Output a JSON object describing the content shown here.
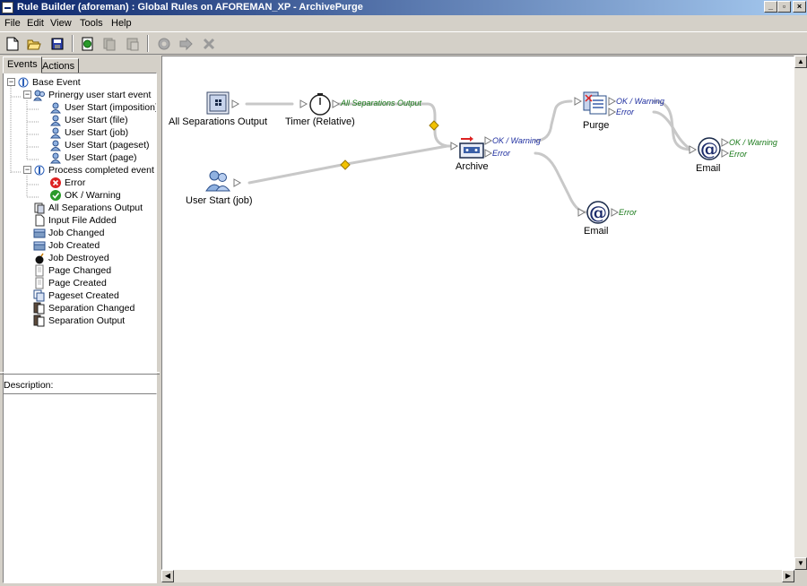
{
  "window": {
    "title": "Rule Builder (aforeman) : Global Rules on AFOREMAN_XP - ArchivePurge",
    "controls": {
      "minimize": "_",
      "maximize": "▫",
      "close": "×"
    }
  },
  "menu": [
    "File",
    "Edit",
    "View",
    "Tools",
    "Help"
  ],
  "toolbar": {
    "buttons": [
      "new",
      "open",
      "save",
      "refresh",
      "copy",
      "paste",
      "settings",
      "run",
      "stop"
    ]
  },
  "tabs": {
    "events": "Events",
    "actions": "Actions"
  },
  "tree": {
    "base": "Base Event",
    "user_start": "Prinergy user start event",
    "user_start_items": [
      "User Start (imposition)",
      "User Start (file)",
      "User Start (job)",
      "User Start (pageset)",
      "User Start (page)"
    ],
    "process_completed": "Process completed event",
    "process_items": [
      "Error",
      "OK / Warning"
    ],
    "other_items": [
      "All Separations Output",
      "Input File Added",
      "Job Changed",
      "Job Created",
      "Job Destroyed",
      "Page Changed",
      "Page Created",
      "Pageset Created",
      "Separation Changed",
      "Separation Output"
    ]
  },
  "description_label": "Description:",
  "canvas": {
    "nodes": {
      "all_sep": "All Separations Output",
      "timer": "Timer (Relative)",
      "user_start": "User Start (job)",
      "archive": "Archive",
      "purge": "Purge",
      "email1": "Email",
      "email2": "Email"
    },
    "ports": {
      "timer_out": "All Separations Output",
      "archive_ok": "OK / Warning",
      "archive_err": "Error",
      "purge_ok": "OK / Warning",
      "purge_err": "Error",
      "email1_ok": "OK / Warning",
      "email1_err": "Error",
      "email2_err": "Error"
    }
  },
  "colors": {
    "ok_port": "#1f2fa0",
    "green_port": "#1a7a1a",
    "connector": "#c8c8c8",
    "diamond": "#f2c200"
  }
}
